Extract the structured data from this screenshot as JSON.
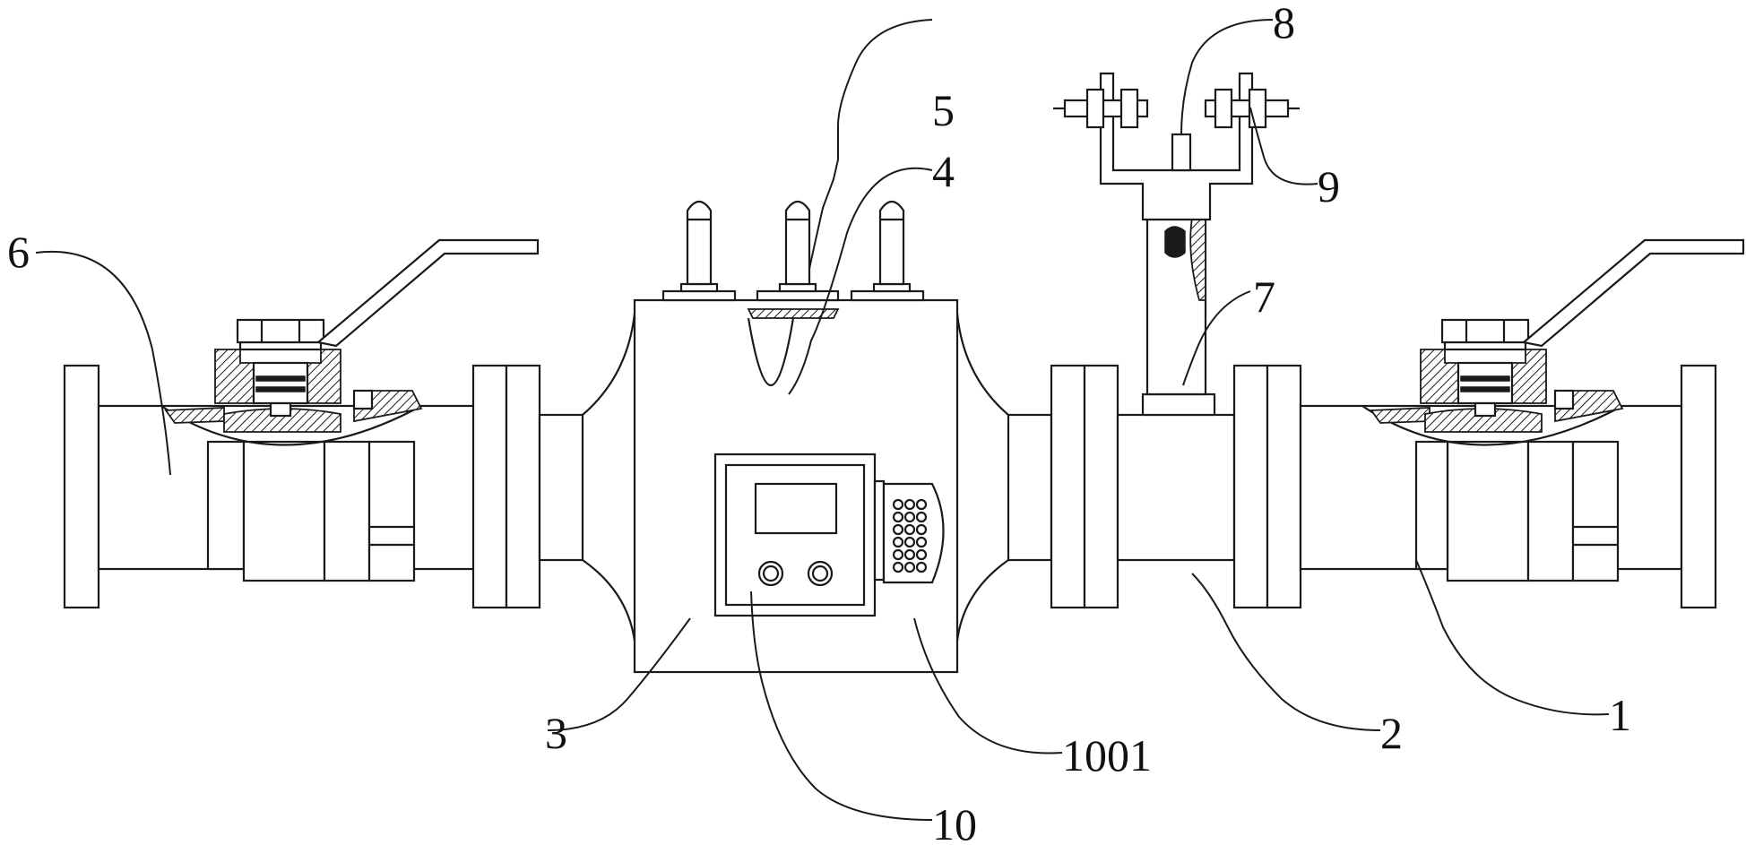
{
  "labels": {
    "l1": "1",
    "l2": "2",
    "l3": "3",
    "l4": "4",
    "l5": "5",
    "l6": "6",
    "l7": "7",
    "l8": "8",
    "l9": "9",
    "l10": "10",
    "l1001": "1001"
  },
  "colors": {
    "line": "#1a1a1a",
    "background": "#ffffff"
  }
}
